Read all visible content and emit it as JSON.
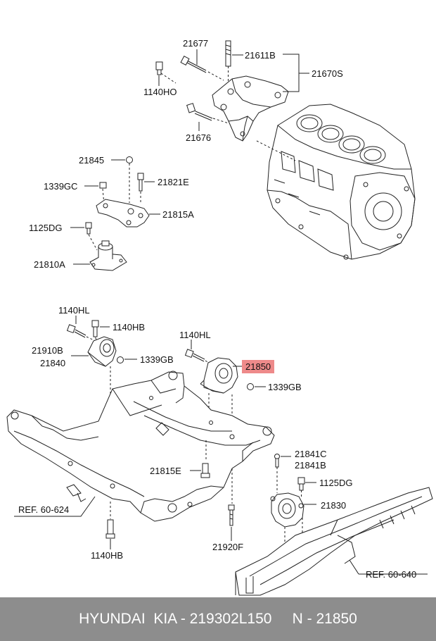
{
  "labels": {
    "p21677": "21677",
    "p21611B": "21611B",
    "p21670S": "21670S",
    "p1140HO": "1140HO",
    "p21676": "21676",
    "p21845": "21845",
    "p1339GC": "1339GC",
    "p21821E": "21821E",
    "p21815A": "21815A",
    "p1125DG_top": "1125DG",
    "p21810A": "21810A",
    "p1140HL_left": "1140HL",
    "p1140HB_top": "1140HB",
    "p21910B": "21910B",
    "p21840": "21840",
    "p1339GB_left": "1339GB",
    "p1140HL_mid": "1140HL",
    "p21850": "21850",
    "p1339GB_right": "1339GB",
    "p21841C": "21841C",
    "p21841B": "21841B",
    "p1125DG_right": "1125DG",
    "p21815E": "21815E",
    "p21830": "21830",
    "ref60624": "REF. 60-624",
    "p1140HB_bottom": "1140HB",
    "p21920F": "21920F",
    "ref60640": "REF. 60-640"
  },
  "highlight_color": "#ee8a8a",
  "footer": {
    "text": "HYUNDAI  KIA - 219302L150     N - 21850"
  }
}
